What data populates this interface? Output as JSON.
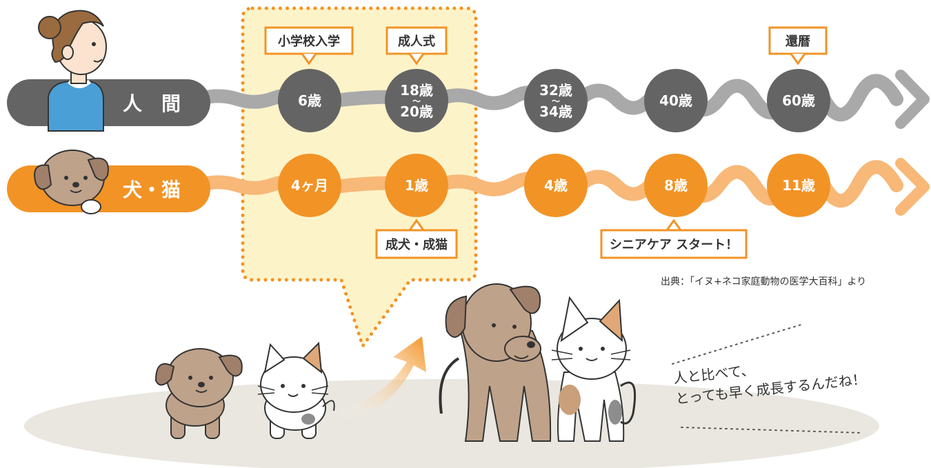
{
  "rows": {
    "human": {
      "label": "人　間",
      "ages": [
        "6歳",
        [
          "18歳",
          "〜",
          "20歳"
        ],
        [
          "32歳",
          "〜",
          "34歳"
        ],
        "40歳",
        "60歳"
      ]
    },
    "pet": {
      "label": "犬・猫",
      "ages": [
        "4ヶ月",
        "1歳",
        "4歳",
        "8歳",
        "11歳"
      ]
    }
  },
  "tags": {
    "school_entry": "小学校入学",
    "coming_of_age": "成人式",
    "kanreki": "還暦",
    "adult_pet": "成犬・成猫",
    "senior_care": "シニアケア スタート！"
  },
  "source": "出典：「イヌ+ネコ家庭動物の医学大百科」より",
  "comment": {
    "line1": "人と比べて、",
    "line2": "とっても早く成長するんだね！"
  },
  "colors": {
    "human_bar": "#646464",
    "human_line": "#a9a9a9",
    "pet_bar": "#f29325",
    "pet_line": "#f7b878",
    "highlight_bg": "#fdf3c9",
    "highlight_dots": "#f29325",
    "ground": "#e9e7e0"
  }
}
